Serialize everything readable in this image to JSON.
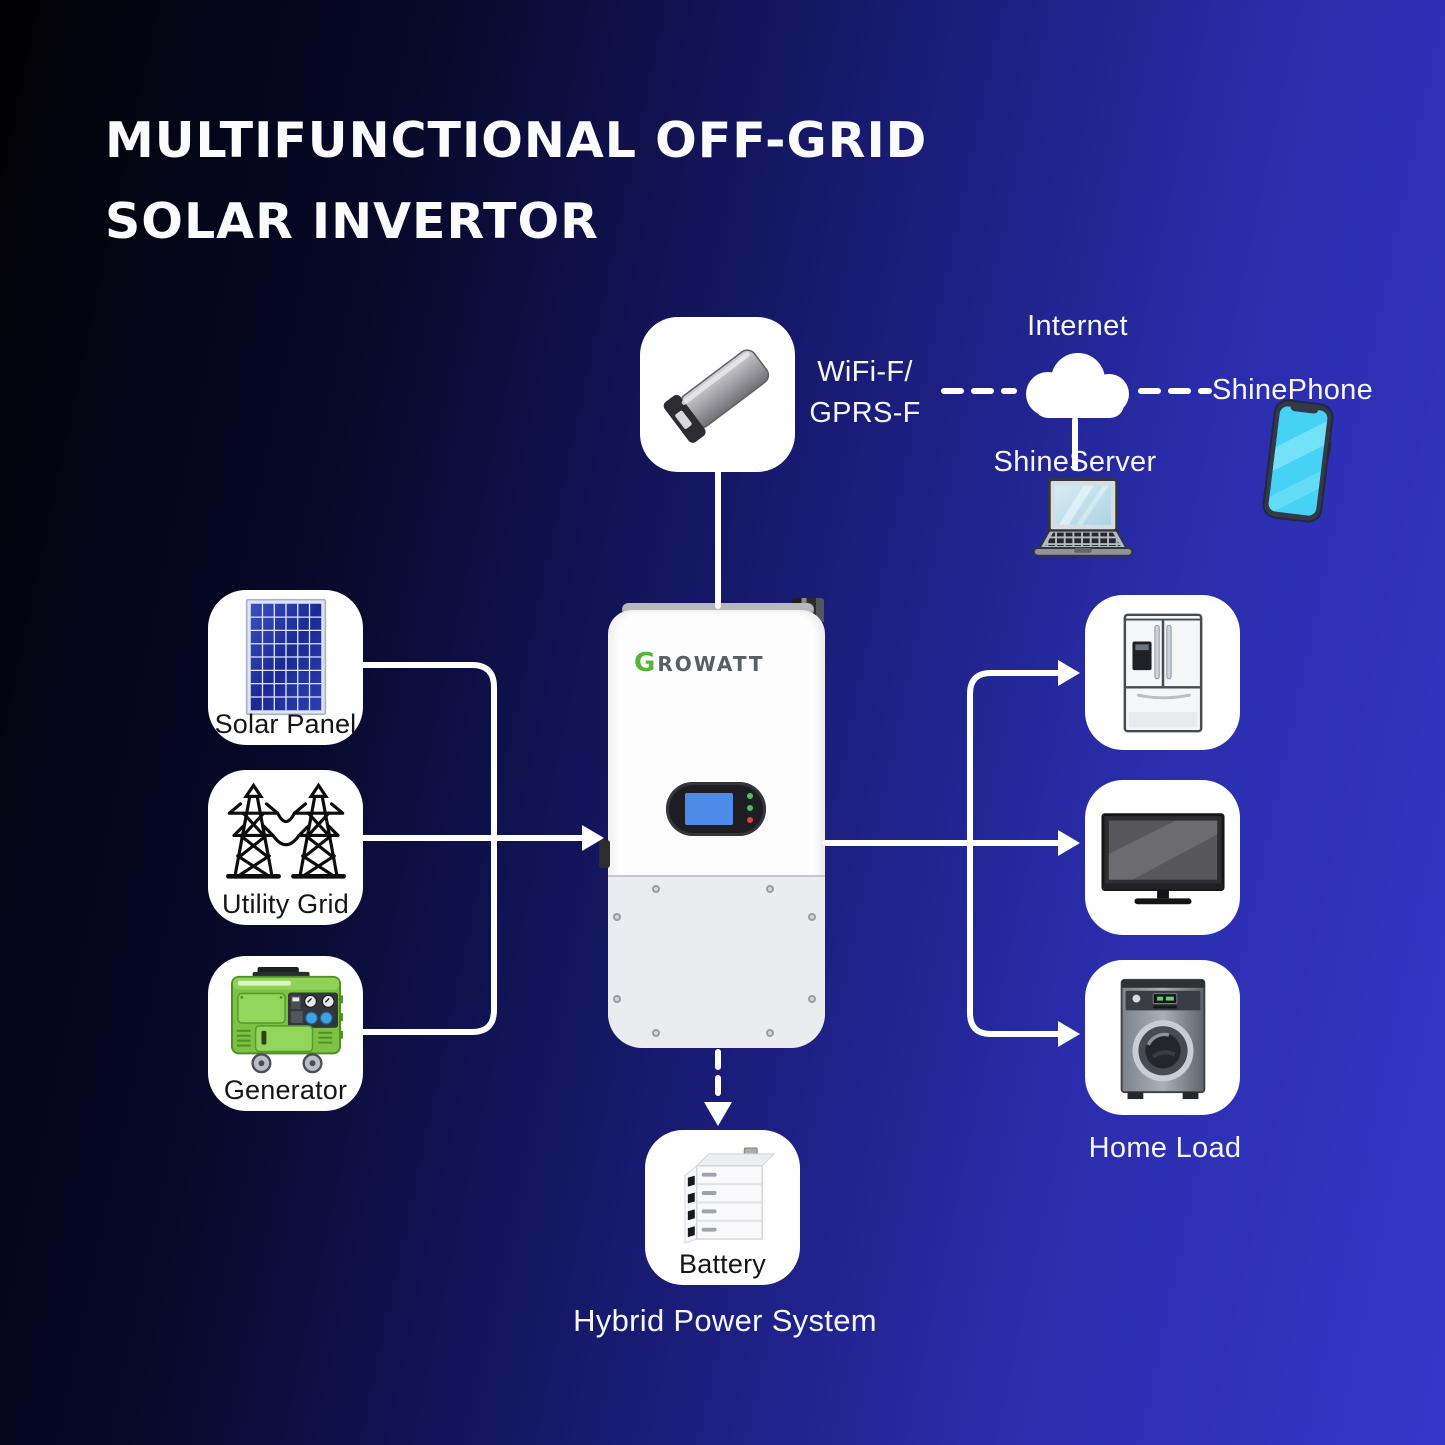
{
  "title": {
    "line1": "MULTIFUNCTIONAL OFF-GRID",
    "line2": "SOLAR INVERTOR"
  },
  "monitoring": {
    "dongle_line1": "WiFi-F/",
    "dongle_line2": "GPRS-F",
    "internet": "Internet",
    "server": "ShineServer",
    "phone": "ShinePhone"
  },
  "inverter": {
    "brand_initial": "G",
    "brand_rest": "ROWATT"
  },
  "sources": [
    {
      "id": "solar-panel",
      "label": "Solar Panel"
    },
    {
      "id": "utility-grid",
      "label": "Utility Grid"
    },
    {
      "id": "generator",
      "label": "Generator"
    }
  ],
  "loads": {
    "items": [
      "refrigerator",
      "television",
      "washing-machine"
    ],
    "label": "Home Load"
  },
  "battery": {
    "label": "Battery"
  },
  "caption": "Hybrid Power System",
  "colors": {
    "background_left": "#010103",
    "background_right": "#3438c9",
    "box_white": "#ffffff",
    "line_white": "#ffffff",
    "growatt_green": "#57b43b",
    "lcd_blue": "#4d8be8",
    "generator_green": "#7cc342",
    "phone_cyan": "#45d2f4"
  }
}
